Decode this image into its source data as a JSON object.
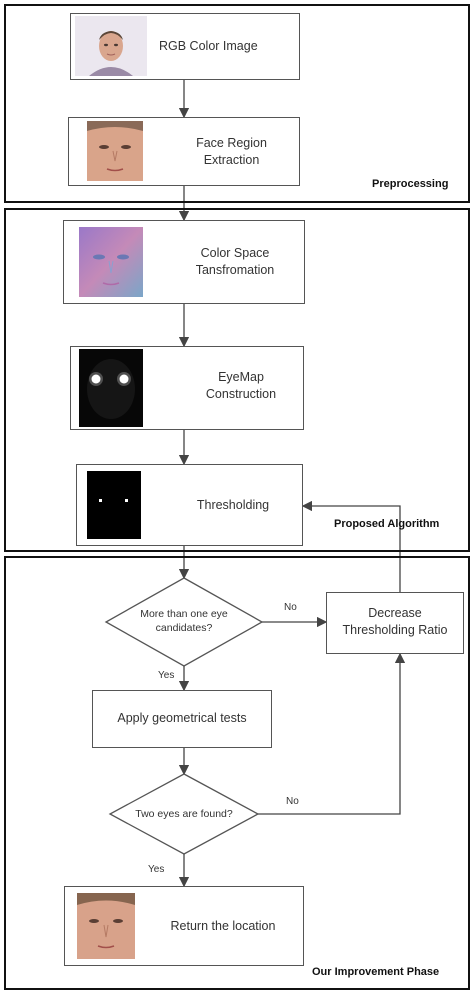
{
  "sections": {
    "preprocessing": "Preprocessing",
    "proposed": "Proposed Algorithm",
    "improvement": "Our Improvement Phase"
  },
  "steps": {
    "rgb": [
      "RGB Color Image"
    ],
    "face": [
      "Face Region",
      "Extraction"
    ],
    "color_space": [
      "Color Space",
      "Tansfromation"
    ],
    "eyemap": [
      "EyeMap",
      "Construction"
    ],
    "threshold": [
      "Thresholding"
    ],
    "decision1": [
      "More than one eye",
      "candidates?"
    ],
    "decrease": [
      "Decrease",
      "Thresholding Ratio"
    ],
    "geom": [
      "Apply geometrical tests"
    ],
    "decision2": [
      "Two eyes are found?"
    ],
    "return": [
      "Return the location"
    ]
  },
  "edge_labels": {
    "d1_no": "No",
    "d1_yes": "Yes",
    "d2_no": "No",
    "d2_yes": "Yes"
  },
  "colors": {
    "section_border": "#111111",
    "box_border": "#555555",
    "arrow": "#444444"
  }
}
